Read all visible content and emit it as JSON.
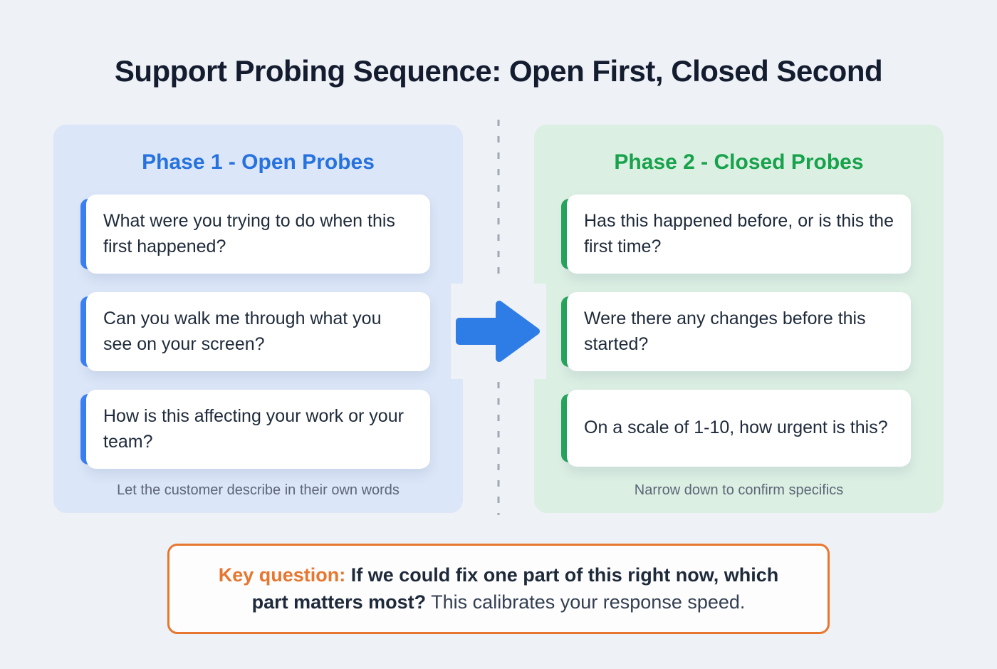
{
  "title": "Support Probing Sequence: Open First, Closed Second",
  "colors": {
    "pageBg": "#eef1f5",
    "titleColor": "#141c30",
    "blue": "#2672df",
    "blueAccent": "#3b82f6",
    "panelBlue": "#dbe6f8",
    "green": "#17a24b",
    "greenAccent": "#27a65c",
    "panelGreen": "#dcefe3",
    "orange": "#e7762f",
    "textDark": "#1e2a3a",
    "noteGray": "#5c6677",
    "divider": "#a0a8b4"
  },
  "phase1": {
    "heading": "Phase 1 - Open Probes",
    "cards": [
      "What were you trying to do when this first happened?",
      "Can you walk me through what you see on your screen?",
      "How is this affecting your work or your team?"
    ],
    "note": "Let the customer describe in their own words"
  },
  "phase2": {
    "heading": "Phase 2 - Closed Probes",
    "cards": [
      "Has this happened before, or is this the first time?",
      "Were there any changes before this started?",
      "On a scale of 1-10, how urgent is this?"
    ],
    "note": "Narrow down to confirm specifics"
  },
  "key_box": {
    "label": "Key question:",
    "bold_text": "If we could fix one part of this right now, which part matters most?",
    "normal_text": "This calibrates your response speed."
  }
}
